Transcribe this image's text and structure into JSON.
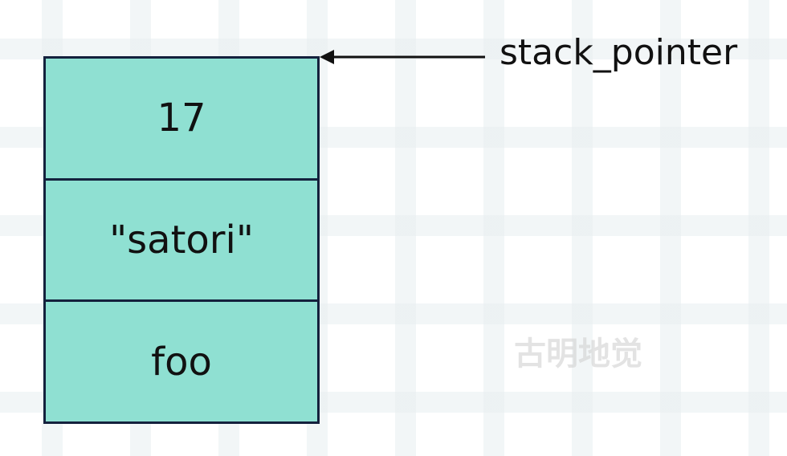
{
  "stack": {
    "cells": [
      {
        "value": "17"
      },
      {
        "value": "\"satori\""
      },
      {
        "value": "foo"
      }
    ]
  },
  "pointer": {
    "label": "stack_pointer"
  },
  "watermark": {
    "text": "古明地觉"
  },
  "colors": {
    "cell_fill": "#8fe0d2",
    "border": "#14213d",
    "arrow": "#111111",
    "background": "#ffffff"
  }
}
